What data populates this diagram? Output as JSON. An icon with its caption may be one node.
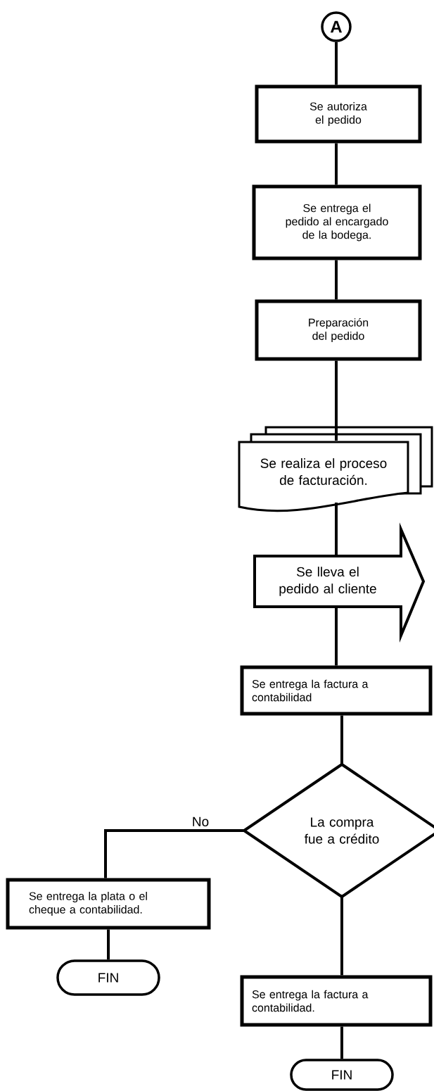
{
  "diagram": {
    "nodes": [
      {
        "text": [
          "A"
        ]
      },
      {
        "text": [
          "Se autoriza el pedido"
        ]
      },
      {
        "text": [
          "Se entrega el pedido al encargado de la bodega."
        ]
      },
      {
        "text": [
          "Preparación del pedido"
        ]
      },
      {
        "text": [
          "Se realiza el proceso de facturación."
        ]
      },
      {
        "text": [
          "Se lleva el pedido al cliente"
        ]
      },
      {
        "text": [
          "Se entrega la factura a contabilidad"
        ]
      },
      {
        "text": [
          "La compra fue a crédito"
        ]
      },
      {
        "text": [
          "Se entrega la plata o el cheque a contabilidad."
        ]
      },
      {
        "text": [
          "FIN"
        ]
      },
      {
        "text": [
          "Se entrega la factura a contabilidad."
        ]
      },
      {
        "text": [
          "FIN"
        ]
      }
    ],
    "edges": [
      {
        "from": 0,
        "to": 1,
        "arrow": "none"
      },
      {
        "from": 1,
        "to": 2,
        "arrow": "none"
      },
      {
        "from": 2,
        "to": 3,
        "arrow": "none"
      },
      {
        "from": 3,
        "to": 4,
        "arrow": "none"
      },
      {
        "from": 4,
        "to": 5,
        "arrow": "none"
      },
      {
        "from": 5,
        "to": 6,
        "arrow": "none"
      },
      {
        "from": 6,
        "to": 7,
        "arrow": "none"
      },
      {
        "from": 7,
        "to": 8,
        "arrow": "none",
        "label": "No"
      },
      {
        "from": 8,
        "to": 9,
        "arrow": "none"
      },
      {
        "from": 7,
        "to": 10,
        "arrow": "none"
      },
      {
        "from": 10,
        "to": 11,
        "arrow": "none"
      }
    ]
  }
}
